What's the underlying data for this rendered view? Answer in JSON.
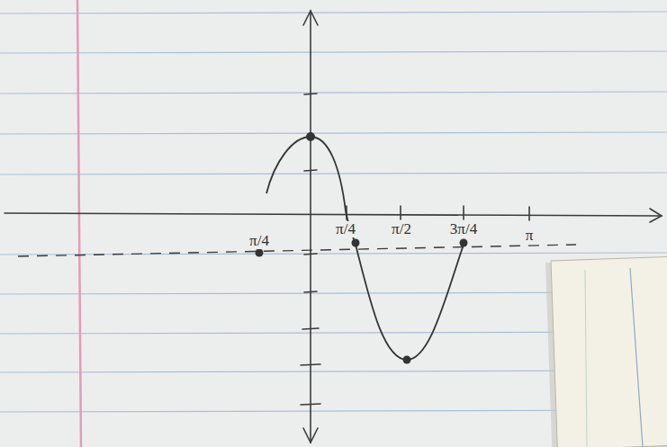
{
  "diagram": {
    "labels": [
      "π/4",
      "π/4",
      "π/2",
      "3π/4",
      "π"
    ]
  }
}
